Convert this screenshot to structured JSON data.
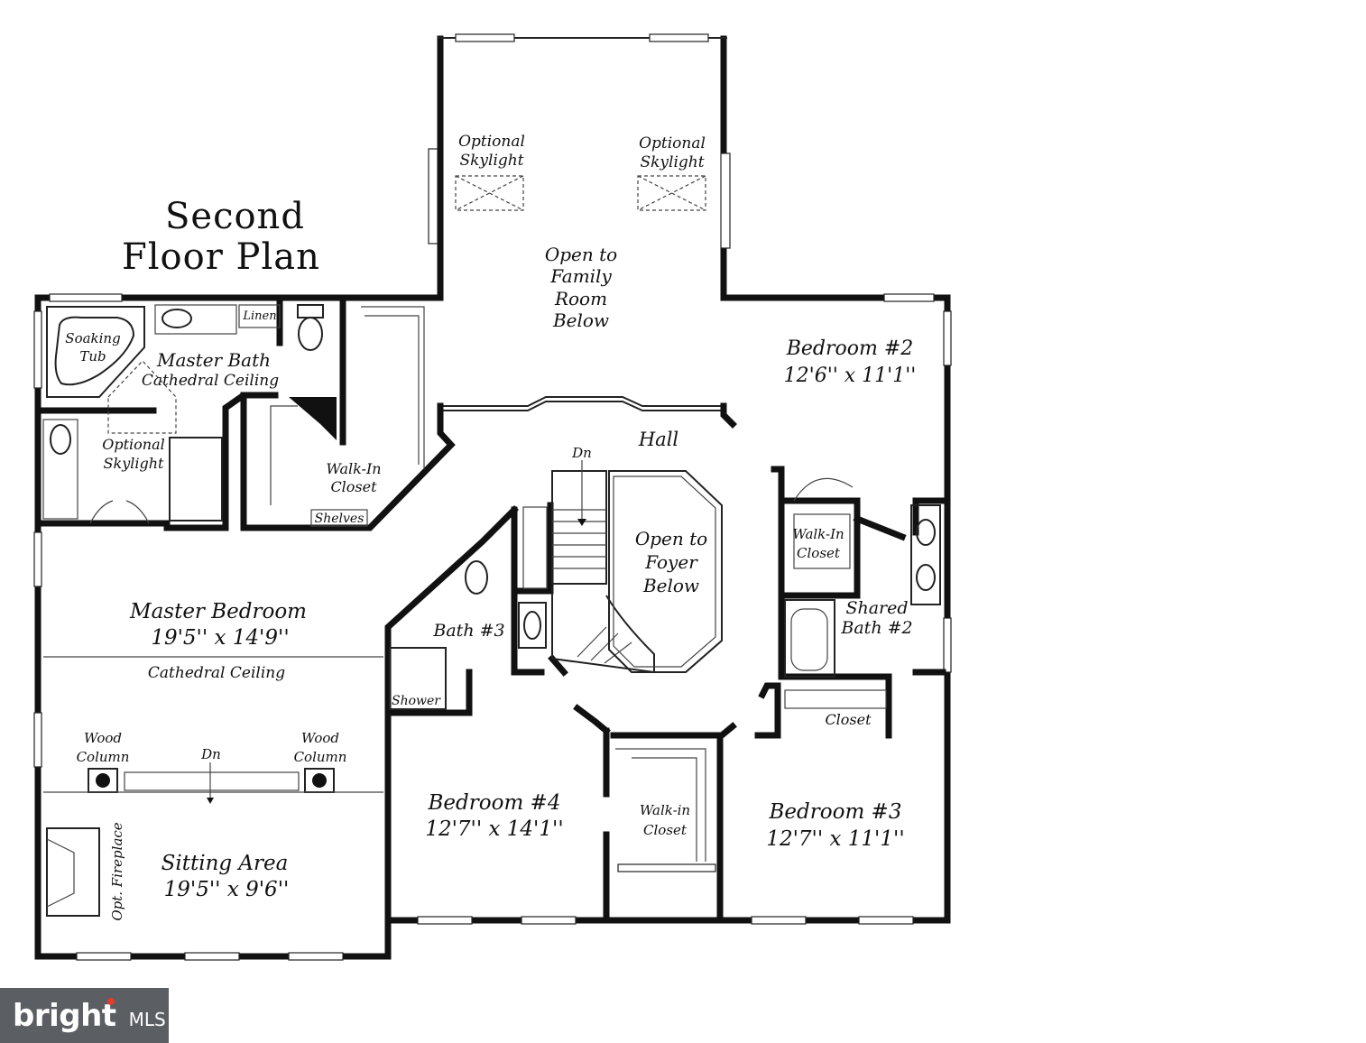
{
  "title": {
    "line1": "Second",
    "line2": "Floor Plan"
  },
  "rooms": {
    "family_open": [
      "Open to",
      "Family",
      "Room",
      "Below"
    ],
    "skylight_left": [
      "Optional",
      "Skylight"
    ],
    "skylight_right": [
      "Optional",
      "Skylight"
    ],
    "bedroom2": {
      "name": "Bedroom #2",
      "size": "12'6'' x 11'1''"
    },
    "hall": "Hall",
    "dn_stair": "Dn",
    "foyer_open": [
      "Open to",
      "Foyer",
      "Below"
    ],
    "soaking_tub": [
      "Soaking",
      "Tub"
    ],
    "linen": "Linen",
    "master_bath": [
      "Master Bath",
      "Cathedral Ceiling"
    ],
    "opt_skylight_bath": [
      "Optional",
      "Skylight"
    ],
    "walkin_master": [
      "Walk-In",
      "Closet"
    ],
    "shelves": "Shelves",
    "walkin_bed2": [
      "Walk-In",
      "Closet"
    ],
    "shared_bath": [
      "Shared",
      "Bath #2"
    ],
    "bath3": "Bath #3",
    "shower": "Shower",
    "master_bedroom": {
      "name": "Master Bedroom",
      "size": "19'5'' x 14'9''",
      "note": "Cathedral Ceiling"
    },
    "wood_column_left": [
      "Wood",
      "Column"
    ],
    "wood_column_right": [
      "Wood",
      "Column"
    ],
    "dn_master": "Dn",
    "closet_bed3": "Closet",
    "bedroom4": {
      "name": "Bedroom #4",
      "size": "12'7'' x 14'1''"
    },
    "walkin_bed4": [
      "Walk-in",
      "Closet"
    ],
    "bedroom3": {
      "name": "Bedroom #3",
      "size": "12'7'' x 11'1''"
    },
    "sitting": {
      "name": "Sitting Area",
      "size": "19'5'' x 9'6''",
      "fireplace": "Opt. Fireplace"
    }
  },
  "watermark": {
    "brand": "bright",
    "suffix": "MLS",
    "accent": "#e63a2e",
    "bg": "#5b5f63"
  }
}
